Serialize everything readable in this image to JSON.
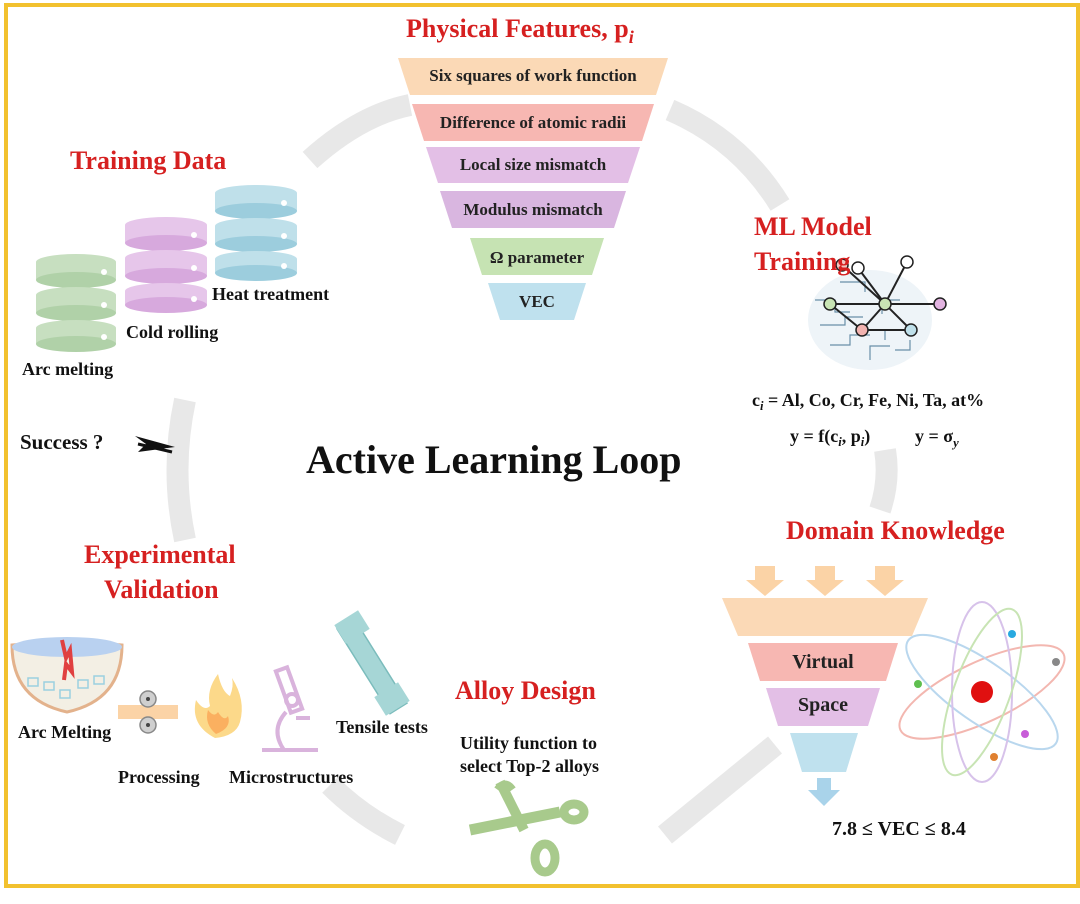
{
  "center_title": "Active Learning Loop",
  "physical_features": {
    "title": "Physical Features, p",
    "title_sub": "i",
    "items": [
      "Six squares of work function",
      "Difference of atomic radii",
      "Local size mismatch",
      "Modulus mismatch",
      "Ω parameter",
      "VEC"
    ],
    "colors": [
      "#fbd9b6",
      "#f7b7b2",
      "#e3bfe6",
      "#d9b6e0",
      "#c6e3b3",
      "#bfe1ee"
    ]
  },
  "training_data": {
    "title": "Training Data",
    "labels": [
      "Heat treatment",
      "Cold rolling",
      "Arc melting"
    ]
  },
  "ml_model": {
    "title_line1": "ML Model",
    "title_line2": "Training",
    "composition": "= Al, Co, Cr, Fe, Ni, Ta, at%",
    "composition_var": "c",
    "composition_sub": "i",
    "formula_1_prefix": "y = f(c",
    "formula_1_sub_c": "i",
    "formula_1_mid": ", p",
    "formula_1_sub_p": "i",
    "formula_1_suffix": ")",
    "formula_2": "y = σ",
    "formula_2_sub": "y"
  },
  "domain_knowledge": {
    "title": "Domain Knowledge",
    "layers": [
      "Virtual",
      "Space"
    ],
    "constraint": "7.8 ≤ VEC ≤ 8.4"
  },
  "alloy_design": {
    "title": "Alloy Design",
    "desc_line1": "Utility function to",
    "desc_line2": "select Top-2 alloys"
  },
  "experimental_validation": {
    "title_line1": "Experimental",
    "title_line2": "Validation",
    "steps": [
      "Arc Melting",
      "Processing",
      "Microstructures",
      "Tensile tests"
    ]
  },
  "success": "Success ?",
  "colors": {
    "accent_red": "#d62020",
    "frame": "#f2c12e",
    "loop_arc": "#e6e6e6"
  }
}
